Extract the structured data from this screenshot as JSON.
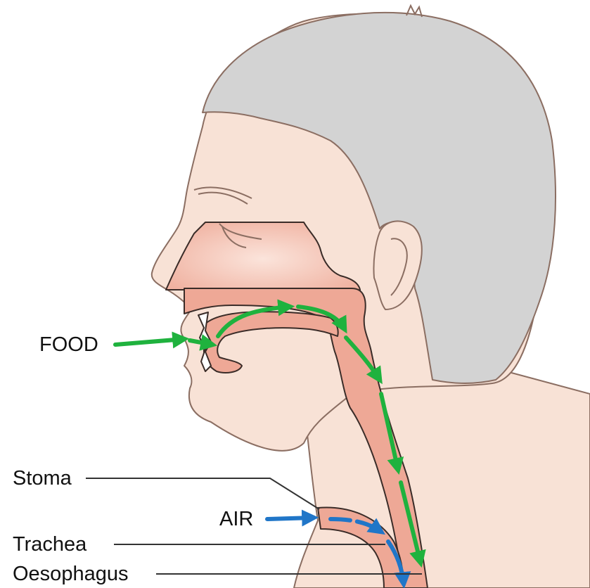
{
  "labels": {
    "food": "FOOD",
    "air": "AIR",
    "stoma": "Stoma",
    "trachea": "Trachea",
    "oesophagus": "Oesophagus"
  },
  "colors": {
    "skin": "#f8e2d6",
    "outline": "#8b6e62",
    "hair": "#d3d3d3",
    "tract": "#eea896",
    "food_arrow": "#1fb23e",
    "air_arrow": "#2076c8",
    "leader_line": "#333333"
  }
}
